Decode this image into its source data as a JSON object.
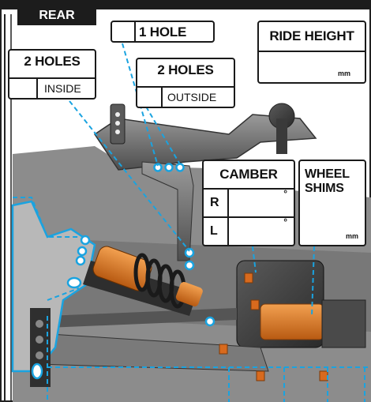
{
  "rear_label": "REAR",
  "labels": {
    "one_hole": "1 HOLE",
    "two_holes_inside": {
      "title": "2 HOLES",
      "position": "INSIDE"
    },
    "two_holes_outside": {
      "title": "2 HOLES",
      "position": "OUTSIDE"
    },
    "ride_height": {
      "title": "RIDE HEIGHT",
      "unit": "mm"
    },
    "camber": {
      "title": "CAMBER",
      "row_r": "R",
      "row_l": "L",
      "degree_symbol": "°"
    },
    "wheel_shims": {
      "title_line1": "WHEEL",
      "title_line2": "SHIMS",
      "unit": "mm"
    }
  },
  "colors": {
    "callout_line": "#1aa3e0",
    "chassis": "#5f5f5f",
    "shock_spring": "#d9822b",
    "axle_accent": "#d86a1e"
  }
}
